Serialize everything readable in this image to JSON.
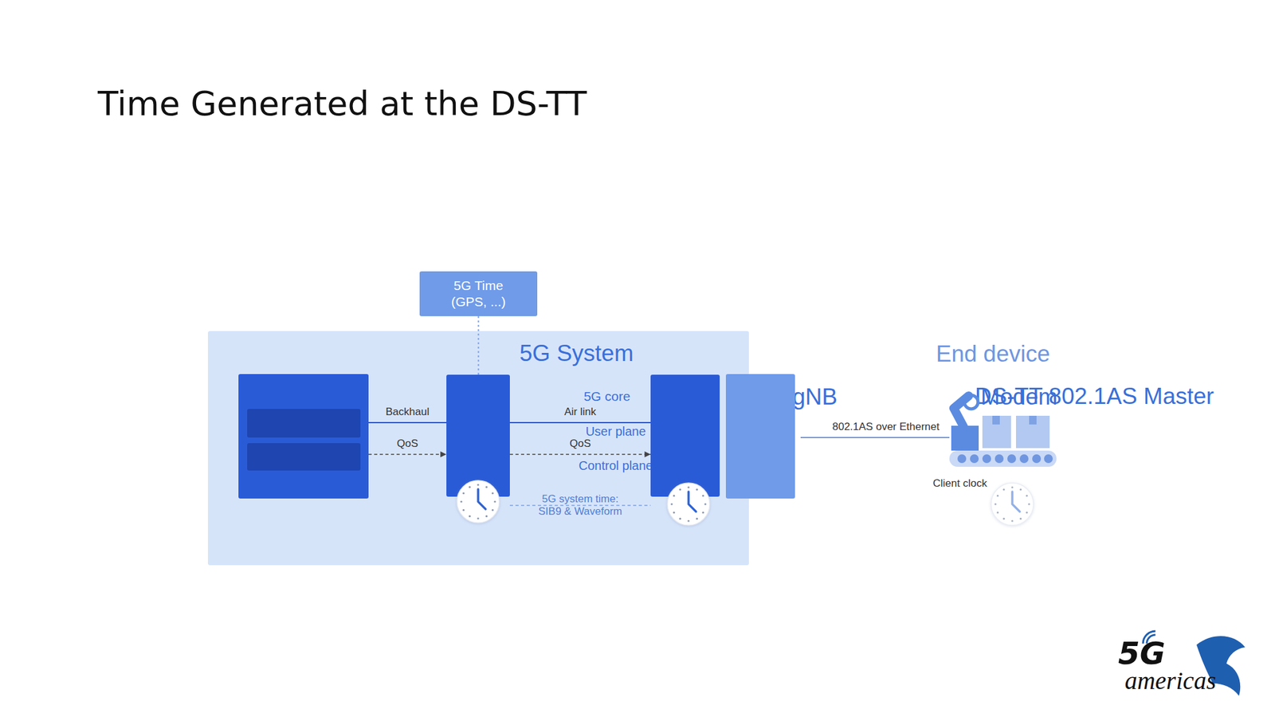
{
  "diagram": {
    "title": "Time Generated at the DS-TT",
    "nodes": [
      {
        "text": [
          "5G Time (GPS, ...)"
        ]
      },
      {
        "text": [
          "5G System"
        ]
      },
      {
        "text": [
          "5G core"
        ],
        "in": 1
      },
      {
        "text": [
          "User plane"
        ],
        "in": 2
      },
      {
        "text": [
          "Control plane"
        ],
        "in": 2
      },
      {
        "text": [
          "gNB"
        ],
        "in": 1
      },
      {
        "text": [
          "Modem"
        ],
        "in": 1
      },
      {
        "text": [
          "DS-TT 802.1AS Master"
        ],
        "in": 1
      }
    ],
    "edges": [
      {
        "from": 2,
        "to": 5,
        "label": "Backhaul",
        "arrow": "none"
      },
      {
        "from": 2,
        "to": 5,
        "label": "QoS",
        "arrow": "to"
      },
      {
        "from": 5,
        "to": 6,
        "label": "Air link",
        "arrow": "none"
      },
      {
        "from": 5,
        "to": 6,
        "label": "QoS",
        "arrow": "to"
      },
      {
        "from": 5,
        "to": 6,
        "label": "5G system time: SIB9 & Waveform",
        "arrow": "none"
      },
      {
        "from": 0,
        "to": 5,
        "arrow": "none"
      }
    ],
    "labels": [
      "End device",
      "802.1AS over Ethernet",
      "Client clock",
      "5G",
      "americas"
    ]
  }
}
